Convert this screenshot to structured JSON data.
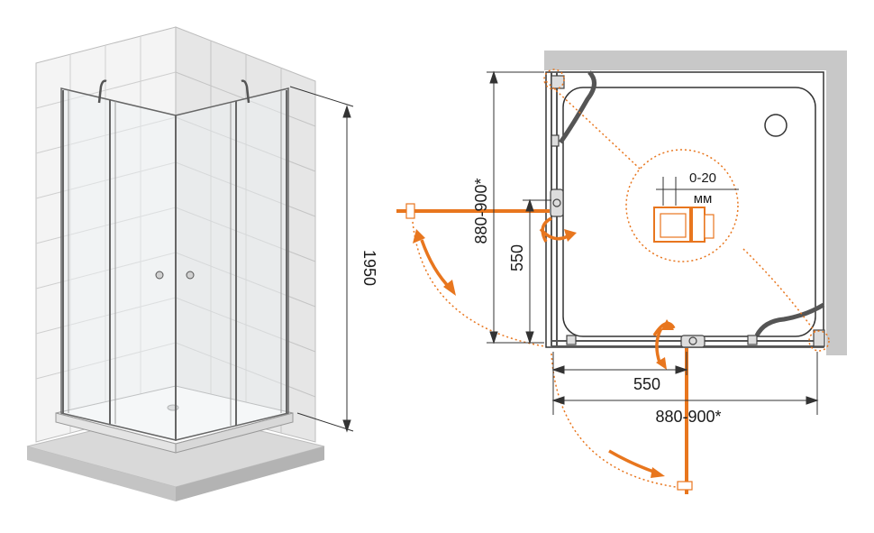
{
  "labels": {
    "height": "1950",
    "depth_range": "880-900*",
    "door_depth": "550",
    "door_width": "550",
    "width_range": "880-900*",
    "gap_range": "0-20",
    "gap_unit": "мм"
  },
  "colors": {
    "accent": "#e8761e",
    "frame": "#555555",
    "wall": "#c8c8c8",
    "tile": "#f2f2f2"
  }
}
